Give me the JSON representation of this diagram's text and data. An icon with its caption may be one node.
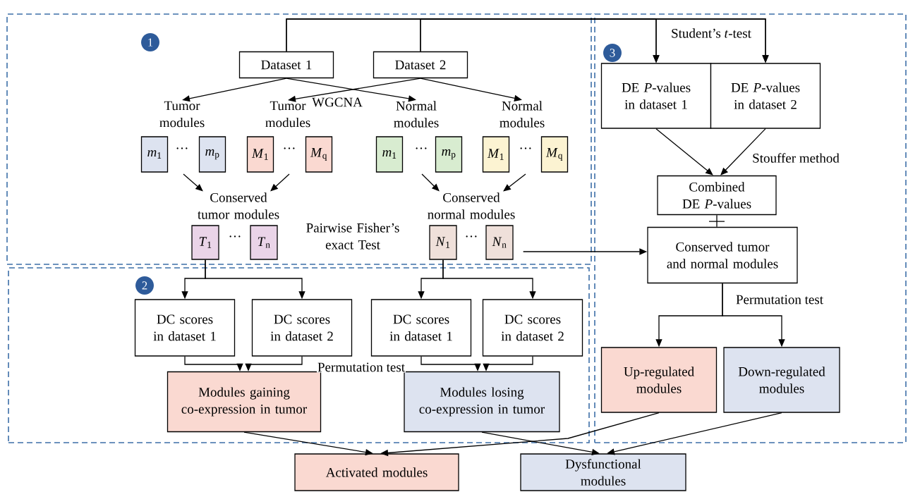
{
  "diagram": {
    "nodes": [
      {
        "text": [
          "1"
        ]
      },
      {
        "text": [
          "Dataset 1"
        ],
        "in": 0
      },
      {
        "text": [
          "Dataset 2"
        ],
        "in": 0
      },
      {
        "text": [
          "Tumor modules"
        ],
        "in": 0
      },
      {
        "text": [
          "Tumor modules"
        ],
        "in": 0
      },
      {
        "text": [
          "Normal modules"
        ],
        "in": 0
      },
      {
        "text": [
          "Normal modules"
        ],
        "in": 0
      },
      {
        "text": [
          "*m*$_{1}$"
        ],
        "in": 0
      },
      {
        "text": [
          "*m*$_{p}$"
        ],
        "in": 0
      },
      {
        "text": [
          "*M*$_{1}$"
        ],
        "in": 0
      },
      {
        "text": [
          "*M*$_{q}$"
        ],
        "in": 0
      },
      {
        "text": [
          "*m*$_{1}$"
        ],
        "in": 0
      },
      {
        "text": [
          "*m*$_{p}$"
        ],
        "in": 0
      },
      {
        "text": [
          "*M*$_{1}$"
        ],
        "in": 0
      },
      {
        "text": [
          "*M*$_{q}$"
        ],
        "in": 0
      },
      {
        "text": [
          "Conserved tumor modules"
        ],
        "in": 0
      },
      {
        "text": [
          "Conserved normal modules"
        ],
        "in": 0
      },
      {
        "text": [
          "*T*$_{1}$"
        ],
        "in": 0
      },
      {
        "text": [
          "*T*$_{n}$"
        ],
        "in": 0
      },
      {
        "text": [
          "*N*$_{1}$"
        ],
        "in": 0
      },
      {
        "text": [
          "*N*$_{n}$"
        ],
        "in": 0
      },
      {
        "text": [
          "2"
        ]
      },
      {
        "text": [
          "DC scores in dataset 1"
        ],
        "in": 21
      },
      {
        "text": [
          "DC scores in dataset 2"
        ],
        "in": 21
      },
      {
        "text": [
          "DC scores in dataset 1"
        ],
        "in": 21
      },
      {
        "text": [
          "DC scores in dataset 2"
        ],
        "in": 21
      },
      {
        "text": [
          "Modules gaining co-expression in tumor"
        ],
        "in": 21
      },
      {
        "text": [
          "Modules losing co-expression in tumor"
        ],
        "in": 21
      },
      {
        "text": [
          "3"
        ]
      },
      {
        "text": [
          "DE *P*-values in dataset 1"
        ],
        "in": 28
      },
      {
        "text": [
          "DE *P*-values in dataset 2"
        ],
        "in": 28
      },
      {
        "text": [
          "Combined DE *P*-values"
        ],
        "in": 28
      },
      {
        "text": [
          "Conserved tumor and normal modules"
        ],
        "in": 28
      },
      {
        "text": [
          "Up-regulated modules"
        ],
        "in": 28
      },
      {
        "text": [
          "Down-regulated modules"
        ],
        "in": 28
      },
      {
        "text": [
          "Activated modules"
        ]
      },
      {
        "text": [
          "Dysfunctional modules"
        ]
      }
    ],
    "edges": [
      {
        "from": 1,
        "to": 3,
        "arrow": "to"
      },
      {
        "from": 1,
        "to": 5,
        "arrow": "to"
      },
      {
        "from": 2,
        "to": 4,
        "arrow": "to"
      },
      {
        "from": 2,
        "to": 6,
        "arrow": "to"
      },
      {
        "from": null,
        "to": 15,
        "arrow": "to"
      },
      {
        "from": null,
        "to": 15,
        "arrow": "to"
      },
      {
        "from": null,
        "to": 16,
        "arrow": "to"
      },
      {
        "from": null,
        "to": 16,
        "arrow": "to"
      },
      {
        "from": 17,
        "to": 22,
        "arrow": "to"
      },
      {
        "from": 17,
        "to": 23,
        "arrow": "to"
      },
      {
        "from": 19,
        "to": 24,
        "arrow": "to"
      },
      {
        "from": 19,
        "to": 25,
        "arrow": "to"
      },
      {
        "from": 20,
        "to": 32,
        "arrow": "to"
      },
      {
        "from": 1,
        "to": 29,
        "arrow": "to"
      },
      {
        "from": 1,
        "to": 30,
        "arrow": "to"
      },
      {
        "from": 2,
        "to": 29,
        "arrow": "to"
      },
      {
        "from": 2,
        "to": 30,
        "arrow": "to",
        "label": "Student’s *t*-test"
      },
      {
        "from": 29,
        "to": 31,
        "arrow": "to"
      },
      {
        "from": 30,
        "to": 31,
        "arrow": "to",
        "label": "Stouffer method"
      },
      {
        "from": 31,
        "to": 32,
        "arrow": "none"
      },
      {
        "from": 32,
        "to": 33,
        "arrow": "to"
      },
      {
        "from": 32,
        "to": 34,
        "arrow": "to",
        "label": "Permutation test"
      },
      {
        "from": 22,
        "to": 26,
        "arrow": "to"
      },
      {
        "from": 23,
        "to": 26,
        "arrow": "to",
        "label": "Permutation test"
      },
      {
        "from": 24,
        "to": 27,
        "arrow": "to"
      },
      {
        "from": 25,
        "to": 27,
        "arrow": "to"
      },
      {
        "from": 26,
        "to": 35,
        "arrow": "to"
      },
      {
        "from": 27,
        "to": 36,
        "arrow": "to"
      },
      {
        "from": 33,
        "to": 35,
        "arrow": "to"
      },
      {
        "from": 34,
        "to": 36,
        "arrow": "to"
      }
    ],
    "labels": [
      "WGCNA",
      "···",
      "···",
      "···",
      "···",
      "···",
      "Pairwise Fisher’s exact Test",
      "···"
    ]
  }
}
